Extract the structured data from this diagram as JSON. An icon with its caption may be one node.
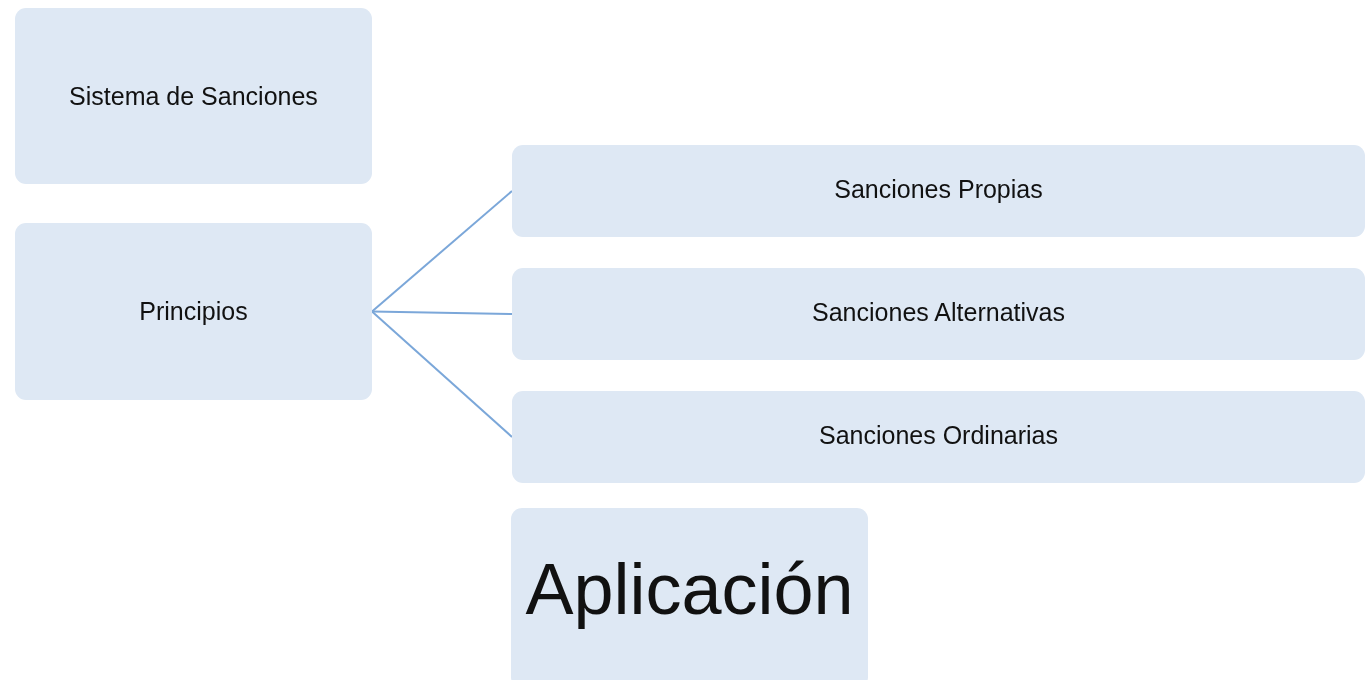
{
  "diagram": {
    "nodes": [
      {
        "text": [
          "Sistema de Sanciones"
        ]
      },
      {
        "text": [
          "Principios"
        ]
      },
      {
        "text": [
          "Sanciones Propias"
        ]
      },
      {
        "text": [
          "Sanciones Alternativas"
        ]
      },
      {
        "text": [
          "Sanciones Ordinarias"
        ]
      },
      {
        "text": [
          "Aplicación"
        ]
      }
    ],
    "edges": [
      {
        "from": 1,
        "to": 2,
        "arrow": "none"
      },
      {
        "from": 1,
        "to": 3,
        "arrow": "none"
      },
      {
        "from": 1,
        "to": 4,
        "arrow": "none"
      }
    ]
  }
}
